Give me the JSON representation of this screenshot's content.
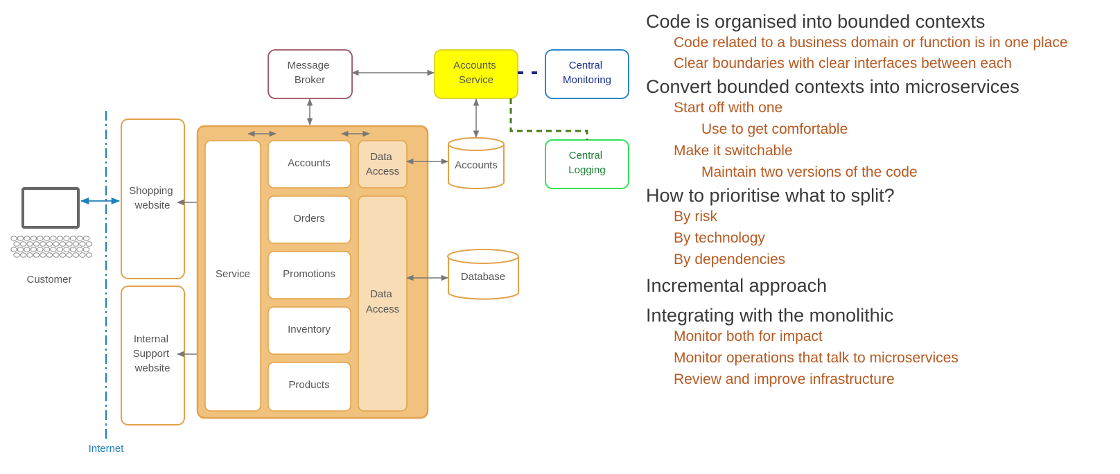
{
  "diagram": {
    "customer_label": "Customer",
    "internet_label": "Internet",
    "shopping_website": [
      "Shopping",
      "website"
    ],
    "internal_support_website": [
      "Internal",
      "Support",
      "website"
    ],
    "service_label": "Service",
    "modules": [
      "Accounts",
      "Orders",
      "Promotions",
      "Inventory",
      "Products"
    ],
    "data_access_small": [
      "Data",
      "Access"
    ],
    "data_access_large": [
      "Data",
      "Access"
    ],
    "accounts_db": "Accounts",
    "database": "Database",
    "message_broker": [
      "Message",
      "Broker"
    ],
    "accounts_service": [
      "Accounts",
      "Service"
    ],
    "central_monitoring": [
      "Central",
      "Monitoring"
    ],
    "central_logging": [
      "Central",
      "Logging"
    ],
    "colors": {
      "orange_border": "#e3a14a",
      "orange_fill": "#f1c27d",
      "data_access_fill": "#f8dcb6",
      "accounts_service_fill": "#ffff00",
      "monitoring_border": "#2d86c9",
      "monitoring_text": "#1a2f8a",
      "logging_border": "#33e05a",
      "logging_text": "#1d7f35",
      "broker_border": "#9a5060",
      "internet_line": "#1f7fb8",
      "green_dashed": "#4a7a15",
      "navy_dashed": "#1a237e"
    }
  },
  "bullets": [
    {
      "level": 1,
      "text": "Code is organised into bounded contexts"
    },
    {
      "level": 2,
      "text": "Code related to a business domain or function is in one place"
    },
    {
      "level": 2,
      "text": "Clear boundaries with clear interfaces between each"
    },
    {
      "level": 1,
      "text": "Convert bounded contexts into microservices"
    },
    {
      "level": 2,
      "text": "Start off with one"
    },
    {
      "level": 3,
      "text": "Use to get comfortable"
    },
    {
      "level": 2,
      "text": "Make it switchable"
    },
    {
      "level": 3,
      "text": "Maintain two versions of the code"
    },
    {
      "level": 1,
      "text": "How to prioritise what to split?"
    },
    {
      "level": 2,
      "text": "By risk"
    },
    {
      "level": 2,
      "text": "By technology"
    },
    {
      "level": 2,
      "text": "By dependencies"
    },
    {
      "level": 1,
      "text": "Incremental approach"
    },
    {
      "level": 1,
      "text": "Integrating with the monolithic"
    },
    {
      "level": 2,
      "text": "Monitor both for impact"
    },
    {
      "level": 2,
      "text": "Monitor operations that talk to microservices"
    },
    {
      "level": 2,
      "text": "Review and improve infrastructure"
    }
  ]
}
